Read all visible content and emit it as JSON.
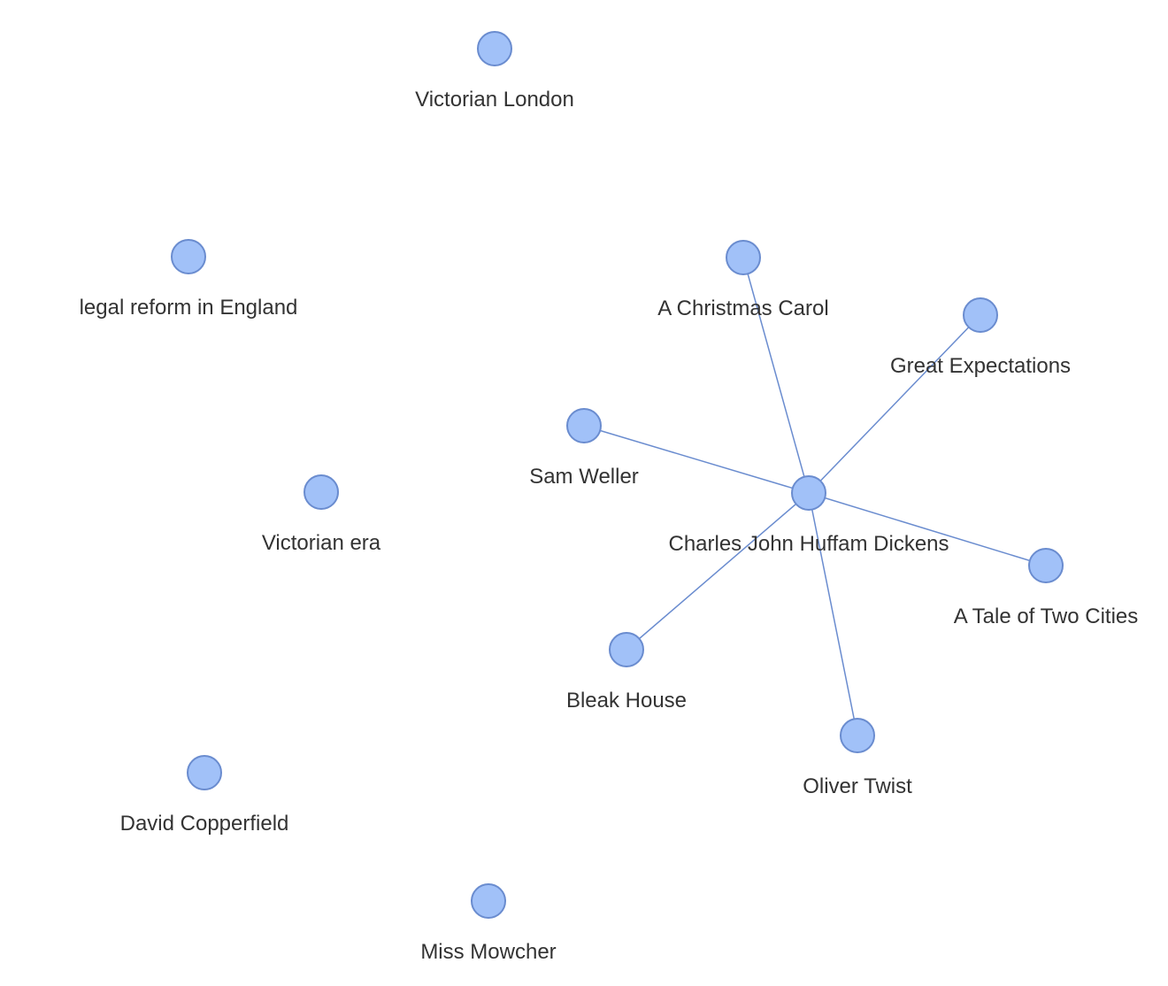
{
  "graph": {
    "nodes": [
      {
        "id": "n0",
        "label": "Victorian London"
      },
      {
        "id": "n1",
        "label": "legal reform in England"
      },
      {
        "id": "n2",
        "label": "A Christmas Carol"
      },
      {
        "id": "n3",
        "label": "Great Expectations"
      },
      {
        "id": "n4",
        "label": "Sam Weller"
      },
      {
        "id": "n5",
        "label": "Charles John Huffam Dickens"
      },
      {
        "id": "n6",
        "label": "Victorian era"
      },
      {
        "id": "n7",
        "label": "A Tale of Two Cities"
      },
      {
        "id": "n8",
        "label": "Bleak House"
      },
      {
        "id": "n9",
        "label": "Oliver Twist"
      },
      {
        "id": "n10",
        "label": "David Copperfield"
      },
      {
        "id": "n11",
        "label": "Miss Mowcher"
      }
    ],
    "edges": [
      {
        "source": "n5",
        "target": "n2"
      },
      {
        "source": "n5",
        "target": "n3"
      },
      {
        "source": "n5",
        "target": "n4"
      },
      {
        "source": "n5",
        "target": "n7"
      },
      {
        "source": "n5",
        "target": "n8"
      },
      {
        "source": "n5",
        "target": "n9"
      }
    ],
    "colors": {
      "node_fill": "#a1c1f8",
      "node_stroke": "#6a8ccf",
      "edge": "#6a8ccf",
      "label": "#333333"
    }
  }
}
